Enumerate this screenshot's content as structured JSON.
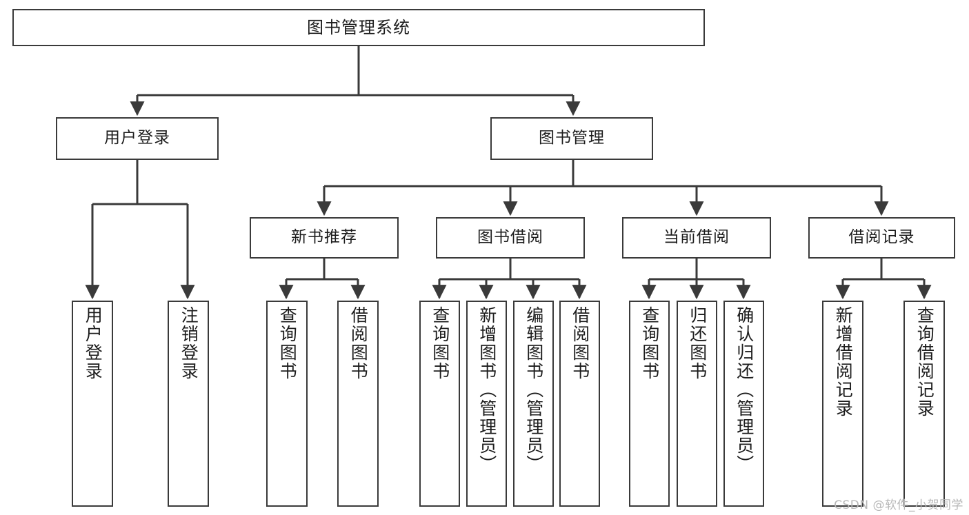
{
  "diagram": {
    "type": "tree-hierarchy",
    "title": "图书管理系统",
    "watermark": "CSDN @软件_小贺同学",
    "colors": {
      "background": "#ffffff",
      "box_border": "#3a3a3a",
      "box_fill": "#ffffff",
      "edge": "#3a3a3a",
      "text": "#1d1d1d",
      "watermark": "#b7b7b7"
    },
    "nodes": {
      "root": {
        "label": "图书管理系统",
        "orientation": "horizontal"
      },
      "level2": [
        {
          "id": "user-login",
          "label": "用户登录",
          "orientation": "horizontal"
        },
        {
          "id": "book-manage",
          "label": "图书管理",
          "orientation": "horizontal"
        }
      ],
      "level3": [
        {
          "id": "new-book-recommend",
          "label": "新书推荐",
          "orientation": "horizontal"
        },
        {
          "id": "book-borrow",
          "label": "图书借阅",
          "orientation": "horizontal"
        },
        {
          "id": "current-borrow",
          "label": "当前借阅",
          "orientation": "horizontal"
        },
        {
          "id": "borrow-record",
          "label": "借阅记录",
          "orientation": "horizontal"
        }
      ],
      "leaves": [
        {
          "id": "leaf-user-login",
          "label": "用户登录",
          "parent": "user-login",
          "orientation": "vertical"
        },
        {
          "id": "leaf-user-logout",
          "label": "注销登录",
          "parent": "user-login",
          "orientation": "vertical"
        },
        {
          "id": "leaf-query-book-1",
          "label": "查询图书",
          "parent": "new-book-recommend",
          "orientation": "vertical"
        },
        {
          "id": "leaf-borrow-book-1",
          "label": "借阅图书",
          "parent": "new-book-recommend",
          "orientation": "vertical"
        },
        {
          "id": "leaf-query-book-2",
          "label": "查询图书",
          "parent": "book-borrow",
          "orientation": "vertical"
        },
        {
          "id": "leaf-add-book",
          "label": "新增图书（管理员）",
          "parent": "book-borrow",
          "orientation": "vertical"
        },
        {
          "id": "leaf-edit-book",
          "label": "编辑图书（管理员）",
          "parent": "book-borrow",
          "orientation": "vertical"
        },
        {
          "id": "leaf-borrow-book-2",
          "label": "借阅图书",
          "parent": "book-borrow",
          "orientation": "vertical"
        },
        {
          "id": "leaf-query-book-3",
          "label": "查询图书",
          "parent": "current-borrow",
          "orientation": "vertical"
        },
        {
          "id": "leaf-return-book",
          "label": "归还图书",
          "parent": "current-borrow",
          "orientation": "vertical"
        },
        {
          "id": "leaf-confirm-return",
          "label": "确认归还（管理员）",
          "parent": "current-borrow",
          "orientation": "vertical"
        },
        {
          "id": "leaf-add-record",
          "label": "新增借阅记录",
          "parent": "borrow-record",
          "orientation": "vertical"
        },
        {
          "id": "leaf-query-record",
          "label": "查询借阅记录",
          "parent": "borrow-record",
          "orientation": "vertical"
        }
      ]
    }
  }
}
